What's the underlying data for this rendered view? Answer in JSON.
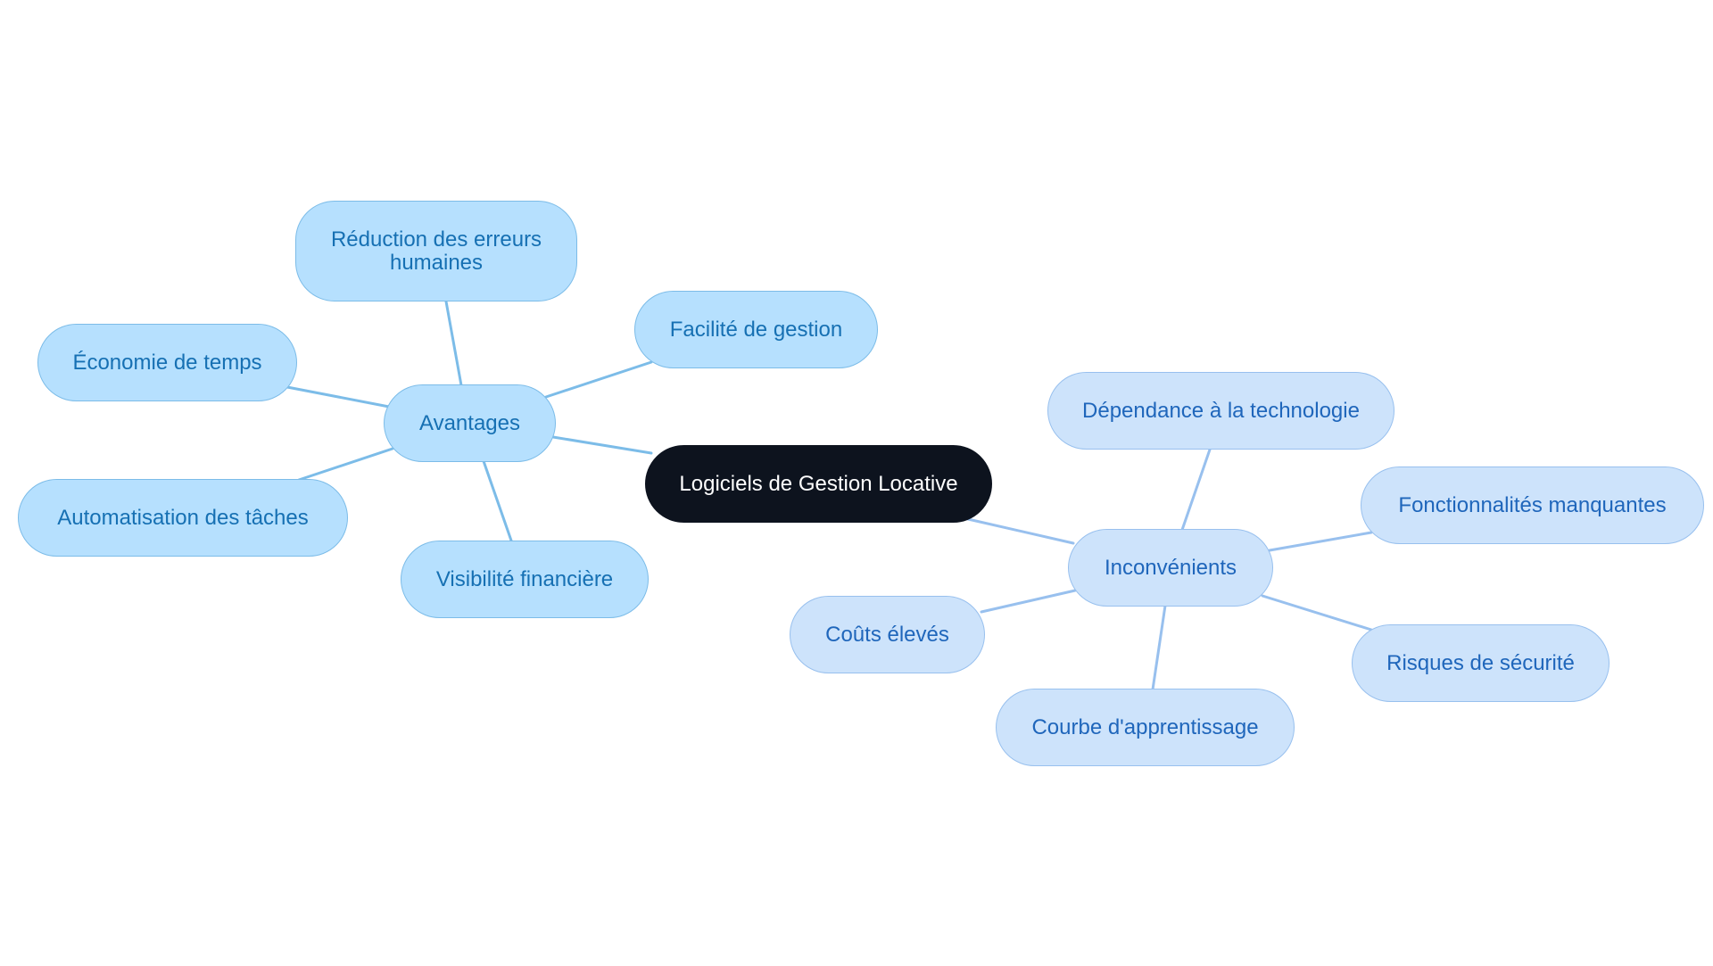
{
  "root": {
    "label": "Logiciels de Gestion Locative"
  },
  "branches": [
    {
      "id": "avantages",
      "label": "Avantages",
      "color": "#b6e0fe",
      "children": [
        {
          "id": "reduction",
          "label": "Réduction des erreurs humaines"
        },
        {
          "id": "facilite",
          "label": "Facilité de gestion"
        },
        {
          "id": "economie",
          "label": "Économie de temps"
        },
        {
          "id": "automation",
          "label": "Automatisation des tâches"
        },
        {
          "id": "visibilite",
          "label": "Visibilité financière"
        }
      ]
    },
    {
      "id": "inconvenients",
      "label": "Inconvénients",
      "color": "#cde3fb",
      "children": [
        {
          "id": "dependance",
          "label": "Dépendance à la technologie"
        },
        {
          "id": "fonction",
          "label": "Fonctionnalités manquantes"
        },
        {
          "id": "couts",
          "label": "Coûts élevés"
        },
        {
          "id": "risques",
          "label": "Risques de sécurité"
        },
        {
          "id": "courbe",
          "label": "Courbe d'apprentissage"
        }
      ]
    }
  ],
  "colors": {
    "root_fill": "#0d131e",
    "advantages_stroke": "#7cbce8",
    "drawbacks_stroke": "#98c0ee",
    "advantages_text": "#1670b3",
    "drawbacks_text": "#1f66bb"
  }
}
